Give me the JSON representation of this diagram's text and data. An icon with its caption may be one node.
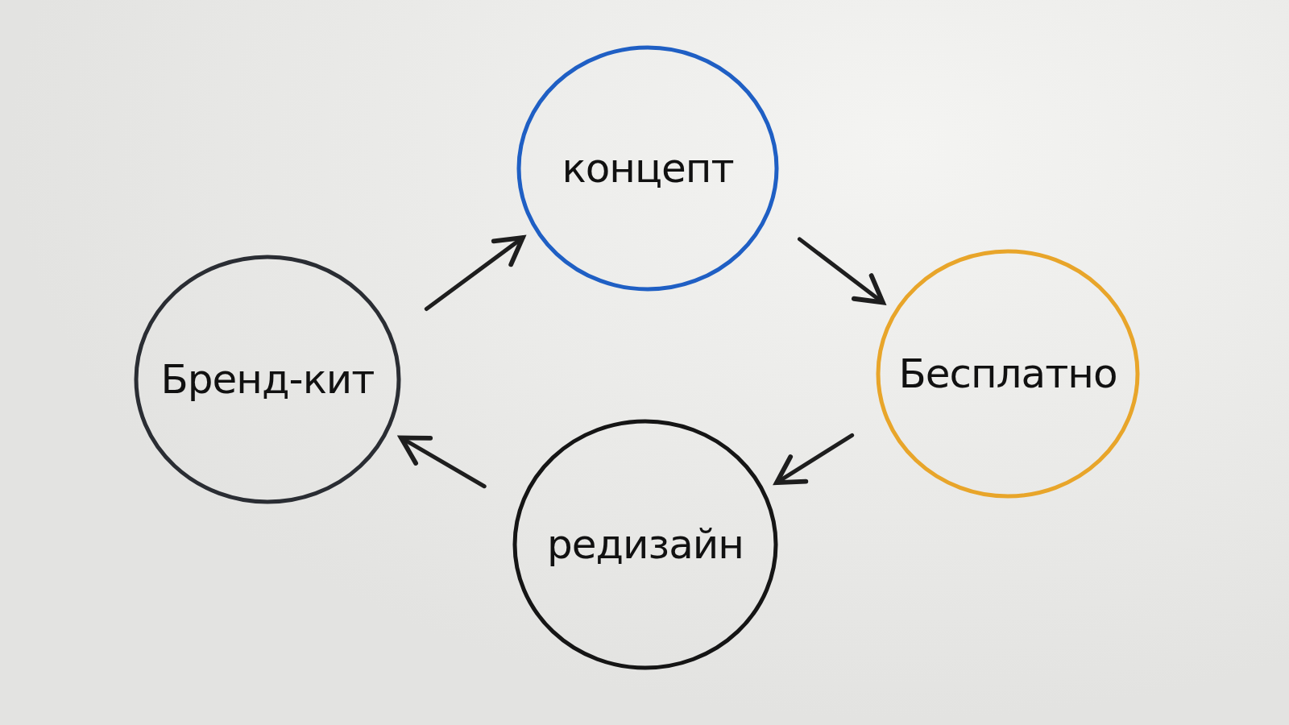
{
  "diagram": {
    "nodes": [
      {
        "text": [
          "концепт"
        ]
      },
      {
        "text": [
          "Бесплатно"
        ]
      },
      {
        "text": [
          "редизайн"
        ]
      },
      {
        "text": [
          "Бренд-кит"
        ]
      }
    ],
    "edges": [
      {
        "from": 3,
        "to": 0,
        "arrow": "to"
      },
      {
        "from": 0,
        "to": 1,
        "arrow": "to"
      },
      {
        "from": 1,
        "to": 2,
        "arrow": "to"
      },
      {
        "from": 2,
        "to": 3,
        "arrow": "to"
      }
    ]
  }
}
